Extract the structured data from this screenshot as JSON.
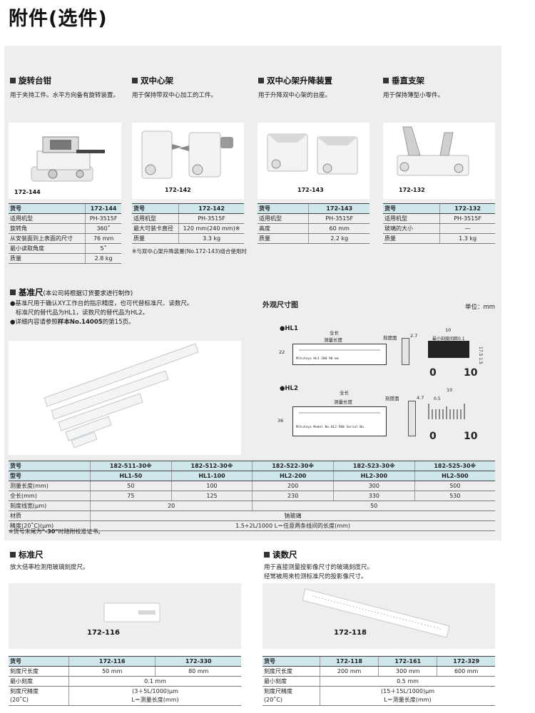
{
  "page_title": "附件(选件)",
  "accessories": [
    {
      "title": "旋转台钳",
      "desc": "用于夹持工件。水平方向备有旋转装置。",
      "image_label": "172-144",
      "table": {
        "header": [
          "货号",
          "172-144"
        ],
        "rows": [
          [
            "适用机型",
            "PH-3515F"
          ],
          [
            "旋转角",
            "360˚"
          ],
          [
            "从安装面到上表面的尺寸",
            "76 mm"
          ],
          [
            "最小读取角度",
            "5˚"
          ],
          [
            "质量",
            "2.8 kg"
          ]
        ]
      }
    },
    {
      "title": "双中心架",
      "desc": "用于保持带双中心加工的工件。",
      "image_label": "172-142",
      "table": {
        "header": [
          "货号",
          "172-142"
        ],
        "rows": [
          [
            "适用机型",
            "PH-3515F"
          ],
          [
            "最大可装卡直径",
            "120 mm(240 mm)※"
          ],
          [
            "质量",
            "3.3 kg"
          ]
        ]
      },
      "note": "※与双中心架升降装置(No.172-143)组合使用时"
    },
    {
      "title": "双中心架升降装置",
      "desc": "用于升降双中心架的台座。",
      "image_label": "172-143",
      "table": {
        "header": [
          "货号",
          "172-143"
        ],
        "rows": [
          [
            "适用机型",
            "PH-3515F"
          ],
          [
            "高度",
            "60 mm"
          ],
          [
            "质量",
            "2.2 kg"
          ]
        ]
      }
    },
    {
      "title": "垂直支架",
      "desc": "用于保持薄型小零件。",
      "image_label": "172-132",
      "table": {
        "header": [
          "货号",
          "172-132"
        ],
        "rows": [
          [
            "适用机型",
            "PH-3515F"
          ],
          [
            "玻璃的大小",
            "—"
          ],
          [
            "质量",
            "1.3 kg"
          ]
        ]
      }
    }
  ],
  "reference_scale": {
    "title": "基准尺",
    "title_suffix": "(本公司将根据订货要求进行制作)",
    "bullet1_line1": "●基准尺用于确认XY工作台的指示精度，也可代替标准尺、读数尺。",
    "bullet1_line2": "标准尺的替代品为HL1，读数尺的替代品为HL2。",
    "bullet2_prefix": "●详细内容请参照",
    "bullet2_bold": "样本No.14005",
    "bullet2_suffix": "的第15页。",
    "drawing_title": "外观尺寸图",
    "unit_label": "单位：mm",
    "hl1": {
      "label": "HL1",
      "full_length": "全长",
      "measure_length": "测量长度",
      "scale_face": "刻度面",
      "dim_27": "2.7",
      "dim_22": "22",
      "ruler_text": "Mitutoyo      HL1-200     90 mm",
      "zoom_top": "10",
      "zoom_min": "最小刻度间距0.1",
      "zoom_0": "0",
      "zoom_10": "10",
      "zoom_right": "17.5 1.5"
    },
    "hl2": {
      "label": "HL2",
      "full_length": "全长",
      "measure_length": "测量长度",
      "scale_face": "刻度面",
      "dim_47": "4.7",
      "dim_36": "36",
      "ruler_text": "Mitutoyo Model No.HL2-500  Serial No.",
      "zoom_top": "10",
      "zoom_05": "0.5",
      "zoom_0": "0",
      "zoom_10": "10"
    },
    "table": {
      "row_labels": [
        "货号",
        "型号",
        "测量长度(mm)",
        "全长(mm)",
        "刻度线宽(μm)",
        "材质",
        "精度(20˚C)(μm)"
      ],
      "codes": [
        "182-511-30※",
        "182-512-30※",
        "182-522-30※",
        "182-523-30※",
        "182-525-30※"
      ],
      "models": [
        "HL1-50",
        "HL1-100",
        "HL2-200",
        "HL2-300",
        "HL2-500"
      ],
      "measure_lengths": [
        "50",
        "100",
        "200",
        "300",
        "500"
      ],
      "full_lengths": [
        "75",
        "125",
        "230",
        "330",
        "530"
      ],
      "line_width_hl1": "20",
      "line_width_hl2": "50",
      "material": "钠玻璃",
      "accuracy": "1.5+2L/1000  L＝任意两条线间的长度(mm)"
    },
    "note_prefix": "※货号末尾为",
    "note_bold": "\"-30\"",
    "note_suffix": "时随附校准证书。"
  },
  "standard_scale": {
    "title": "标准尺",
    "desc": "放大倍率检测用玻璃刻度尺。",
    "image_label": "172-116",
    "table": {
      "header": [
        "货号",
        "172-116",
        "172-330"
      ],
      "scale_length": [
        "刻度尺长度",
        "50 mm",
        "80 mm"
      ],
      "min_grad": [
        "最小刻度",
        "0.1 mm"
      ],
      "accuracy_label_1": "刻度尺精度",
      "accuracy_label_2": "(20˚C)",
      "accuracy_value_1": "(3＋5L/1000)μm",
      "accuracy_value_2": "L＝测量长度(mm)"
    }
  },
  "reading_scale": {
    "title": "读数尺",
    "desc_line1": "用于直接测量投影像尺寸的玻璃刻度尺。",
    "desc_line2": "经常被用来检测标准尺的投影像尺寸。",
    "image_label": "172-118",
    "table": {
      "header": [
        "货号",
        "172-118",
        "172-161",
        "172-329"
      ],
      "scale_length": [
        "刻度尺长度",
        "200 mm",
        "300 mm",
        "600 mm"
      ],
      "min_grad": [
        "最小刻度",
        "0.5 mm"
      ],
      "accuracy_label_1": "刻度尺精度",
      "accuracy_label_2": "(20˚C)",
      "accuracy_value_1": "(15＋15L/1000)μm",
      "accuracy_value_2": "L＝测量长度(mm)"
    }
  },
  "colors": {
    "table_header": "#cfe6ea",
    "panel": "#eeeeee"
  }
}
